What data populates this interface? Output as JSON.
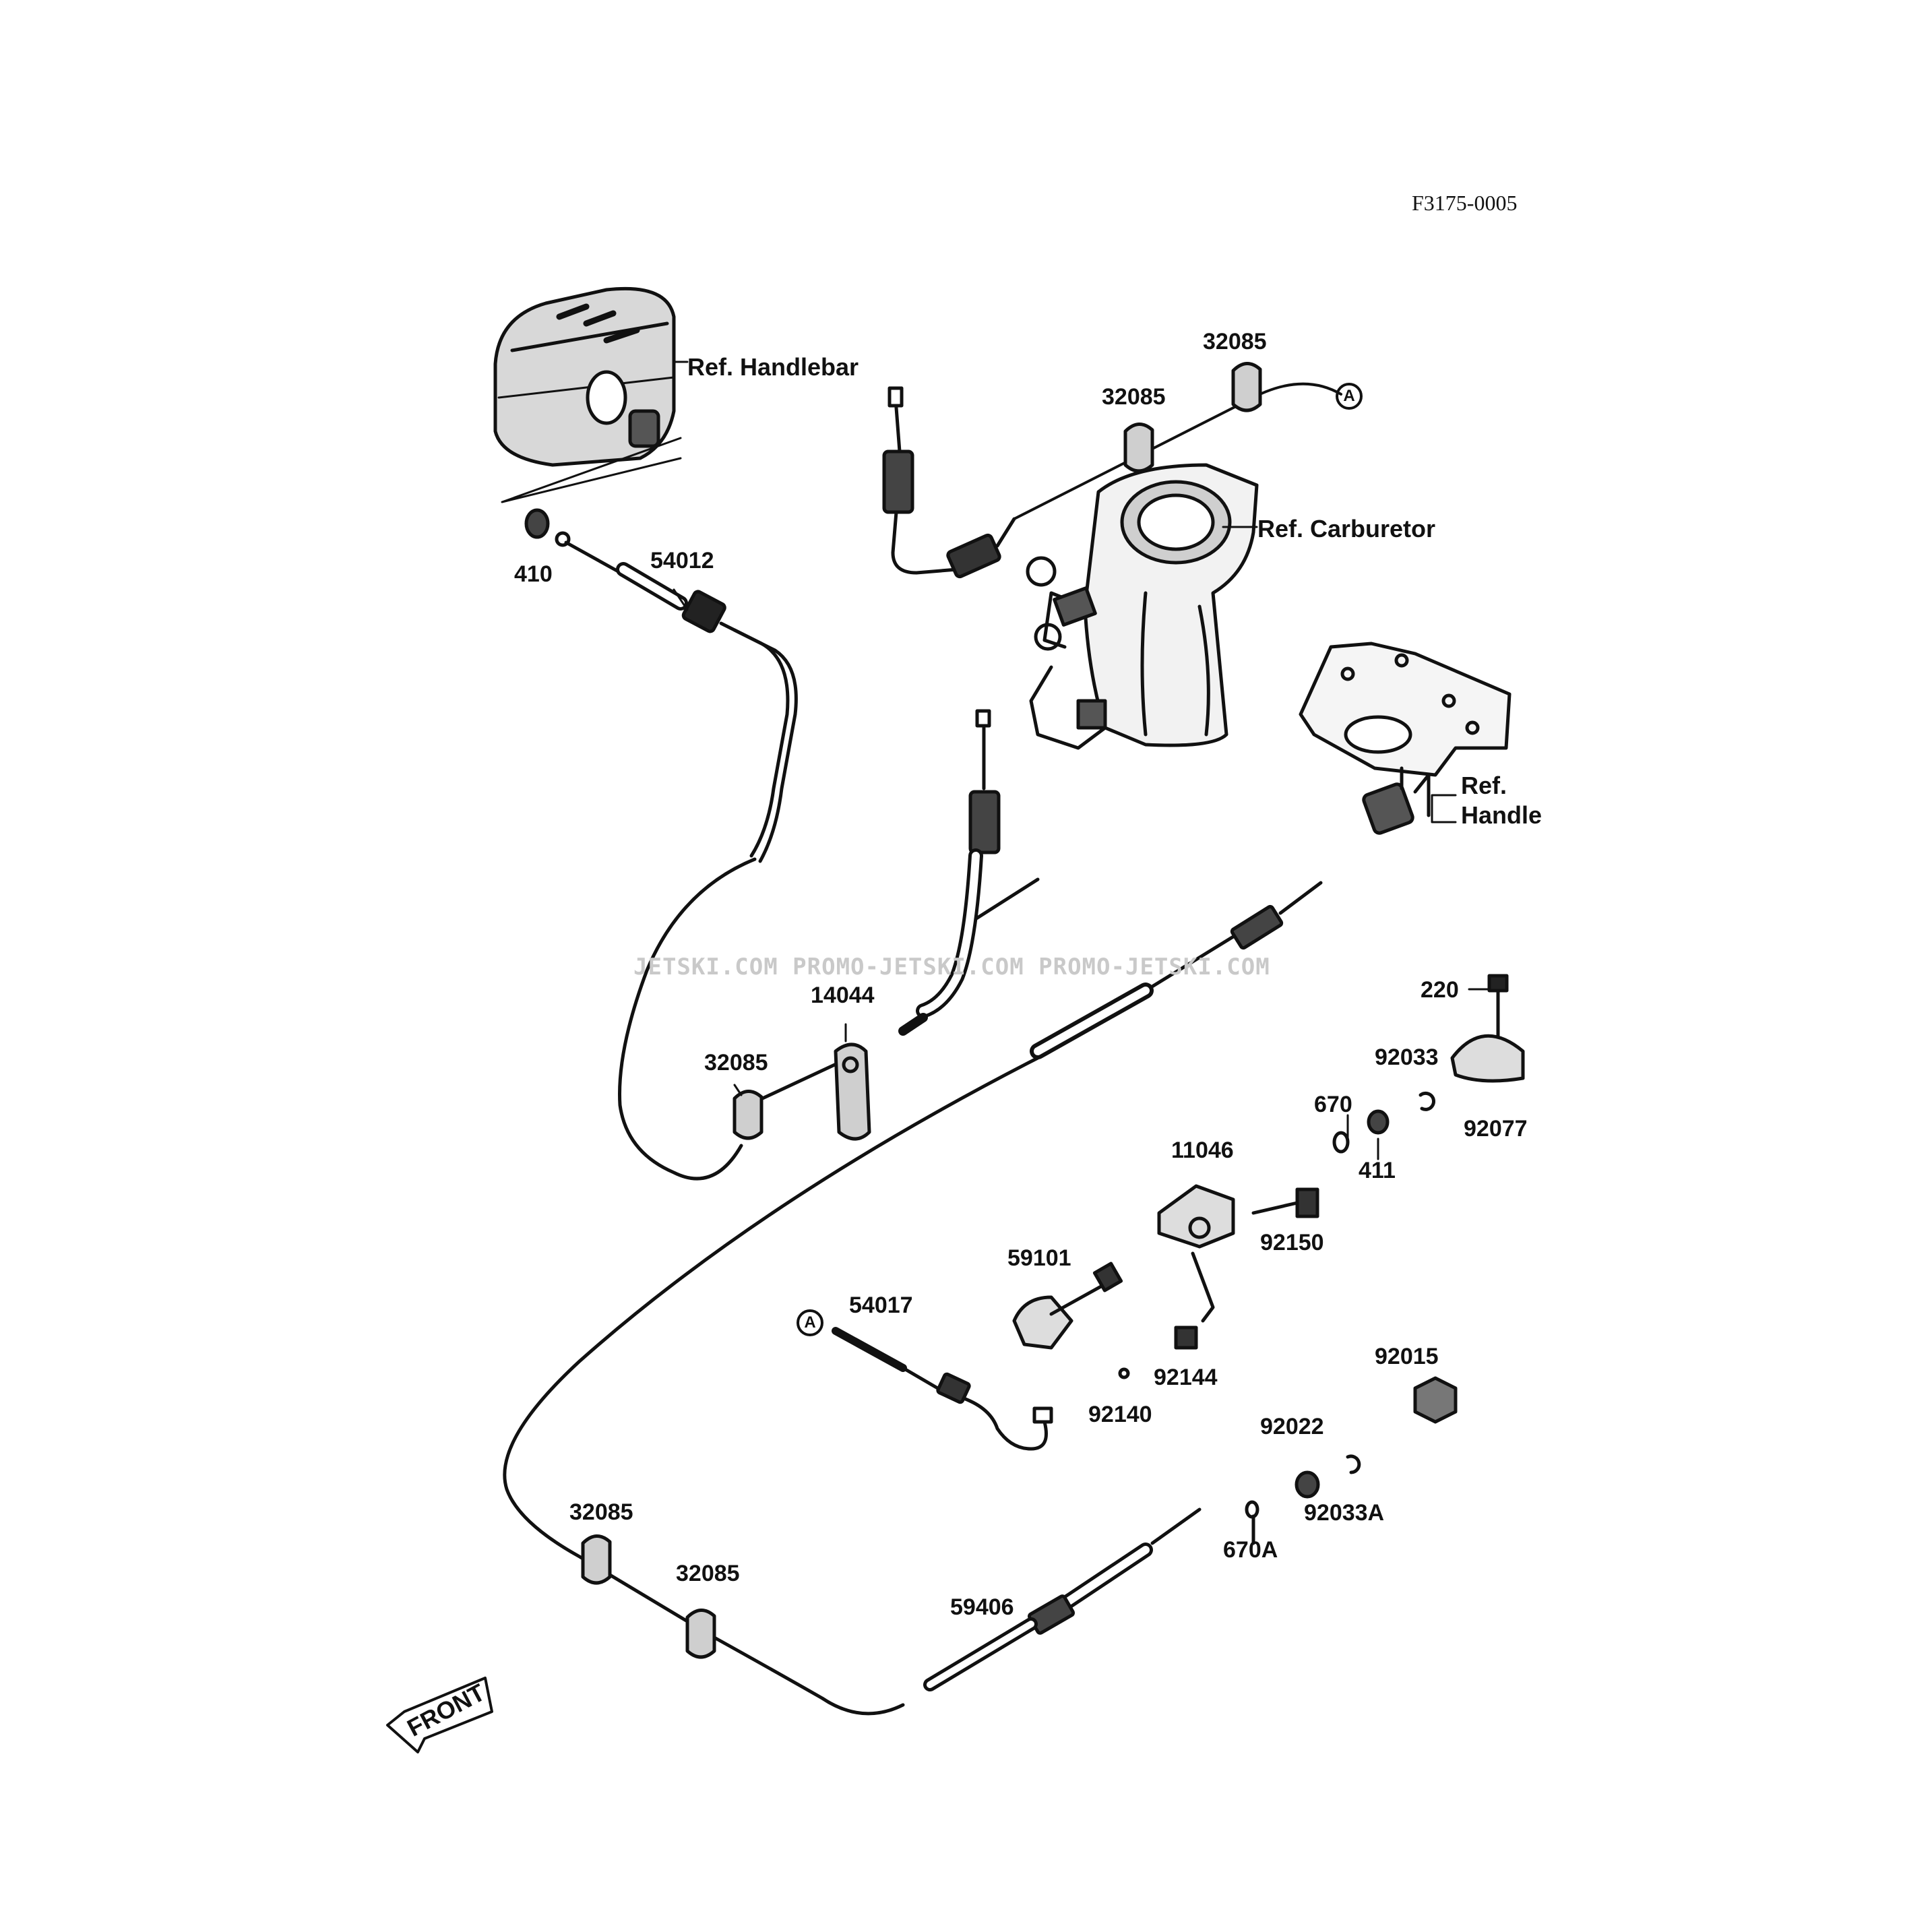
{
  "diagram": {
    "code": "F3175-0005",
    "watermark": "JETSKI.COM  PROMO-JETSKI.COM  PROMO-JETSKI.COM",
    "front_label": "FRONT",
    "connector_label": "A",
    "refs": {
      "handlebar": "Ref. Handlebar",
      "carburetor": "Ref. Carburetor",
      "handle_line1": "Ref.",
      "handle_line2": "Handle"
    },
    "parts": {
      "p32085_a": "32085",
      "p32085_b": "32085",
      "p410": "410",
      "p54012": "54012",
      "p14044": "14044",
      "p32085_c": "32085",
      "p220": "220",
      "p92033": "92033",
      "p670": "670",
      "p92077": "92077",
      "p411": "411",
      "p11046": "11046",
      "p92150": "92150",
      "p59101": "59101",
      "p54017": "54017",
      "p92144": "92144",
      "p92140": "92140",
      "p92015": "92015",
      "p92022": "92022",
      "p92033a": "92033A",
      "p32085_d": "32085",
      "p32085_e": "32085",
      "p670a": "670A",
      "p59406": "59406"
    }
  }
}
